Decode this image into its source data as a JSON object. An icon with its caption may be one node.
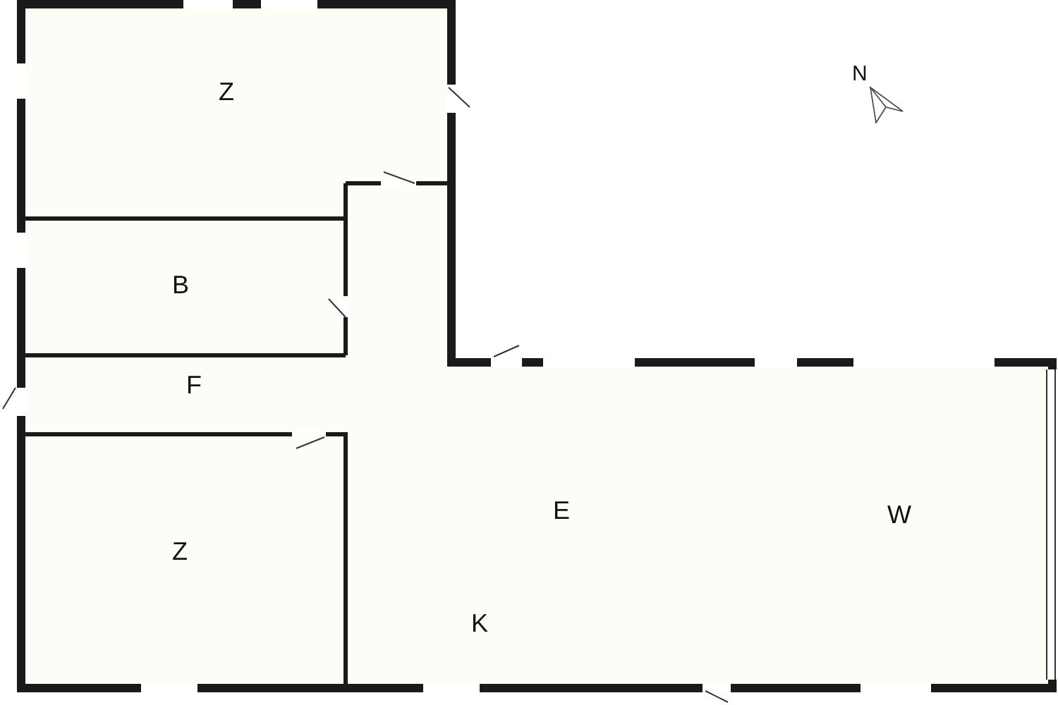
{
  "diagram": {
    "labels": [
      "Z",
      "N",
      "B",
      "F",
      "Z",
      "E",
      "W",
      "K"
    ]
  }
}
